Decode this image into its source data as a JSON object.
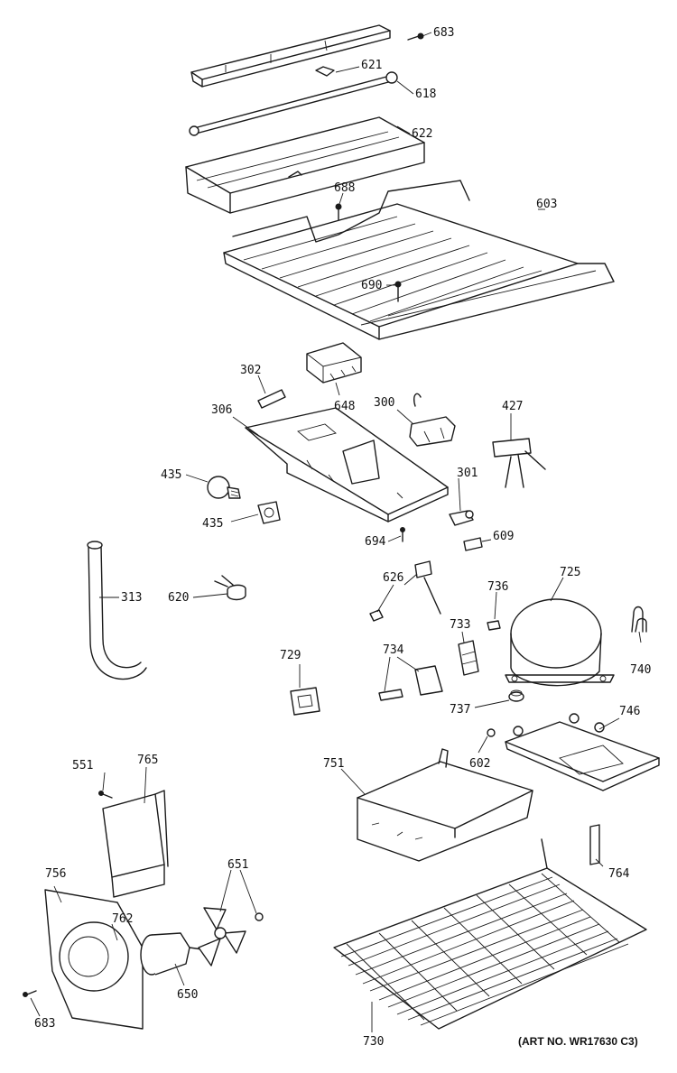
{
  "art_number": "(ART NO. WR17630 C3)",
  "callouts": {
    "c683a": "683",
    "c621": "621",
    "c618": "618",
    "c622": "622",
    "c688": "688",
    "c603": "603",
    "c690": "690",
    "c302": "302",
    "c648": "648",
    "c306": "306",
    "c300": "300",
    "c427": "427",
    "c435a": "435",
    "c435b": "435",
    "c301": "301",
    "c694": "694",
    "c609": "609",
    "c313": "313",
    "c620": "620",
    "c626": "626",
    "c736": "736",
    "c725": "725",
    "c733": "733",
    "c740": "740",
    "c729": "729",
    "c734": "734",
    "c737": "737",
    "c746": "746",
    "c551": "551",
    "c765": "765",
    "c751": "751",
    "c602": "602",
    "c764": "764",
    "c756": "756",
    "c762": "762",
    "c651": "651",
    "c650": "650",
    "c683b": "683",
    "c730": "730"
  }
}
